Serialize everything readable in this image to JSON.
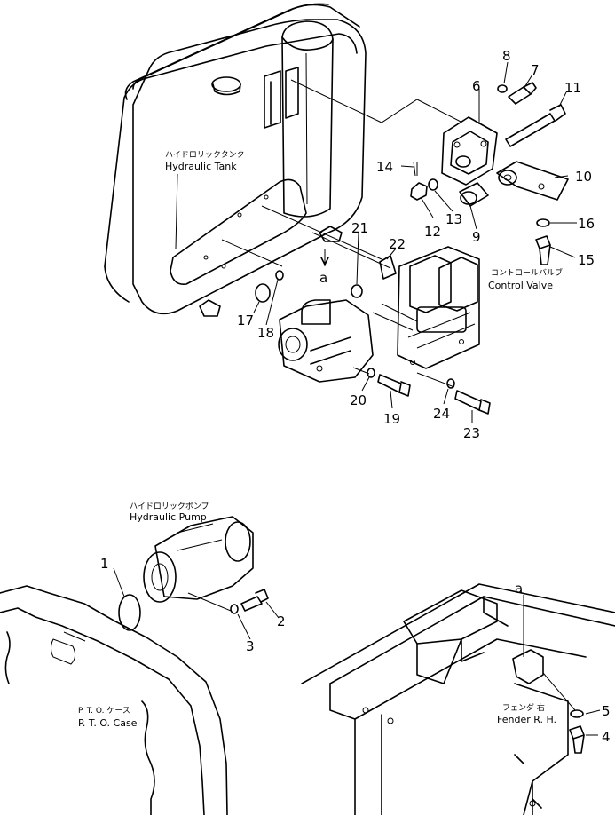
{
  "labels": {
    "hydraulic_tank_jp": "ハイドロリックタンク",
    "hydraulic_tank": "Hydraulic  Tank",
    "control_valve_jp": "コントロールバルブ",
    "control_valve": "Control  Valve",
    "hydraulic_pump_jp": "ハイドロリックポンプ",
    "hydraulic_pump": "Hydraulic  Pump",
    "pto_case_jp": "P. T. O. ケース",
    "pto_case": "P. T. O.  Case",
    "fender_jp": "フェンダ 右",
    "fender": "Fender  R. H."
  },
  "ref_marks": {
    "top": "a",
    "bottom": "a"
  },
  "parts": [
    "1",
    "2",
    "3",
    "4",
    "5",
    "6",
    "7",
    "8",
    "9",
    "10",
    "11",
    "12",
    "13",
    "14",
    "15",
    "16",
    "17",
    "18",
    "19",
    "20",
    "21",
    "22",
    "23",
    "24"
  ]
}
